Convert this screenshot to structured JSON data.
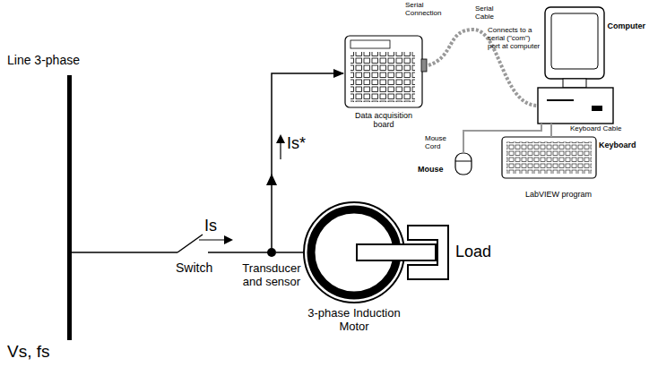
{
  "diagram": {
    "nodes": [
      {
        "text": [
          "Data acquisition board"
        ]
      },
      {
        "text": [
          "Computer"
        ]
      },
      {
        "text": [
          "Transducer and sensor"
        ]
      },
      {
        "text": [
          "3-phase Induction Motor"
        ]
      },
      {
        "text": [
          "Load"
        ]
      },
      {
        "text": [
          "Keyboard"
        ]
      },
      {
        "text": [
          "Mouse"
        ]
      }
    ],
    "edges": [
      {
        "from": 2,
        "to": 0,
        "arrow": "to"
      },
      {
        "from": 2,
        "to": 3,
        "arrow": "none"
      },
      {
        "from": 0,
        "to": 1,
        "arrow": "none"
      },
      {
        "from": 5,
        "to": 1,
        "arrow": "none"
      },
      {
        "from": 6,
        "to": 1,
        "arrow": "none"
      }
    ],
    "labels": [
      "Line 3-phase",
      "Vs, fs",
      "Switch",
      "Is",
      "Is*",
      "Serial Connection",
      "Serial Cable",
      "Connects to a serial (\"com\") port at computer",
      "Mouse Cord",
      "Keyboard Cable",
      "LabVIEW program"
    ]
  }
}
